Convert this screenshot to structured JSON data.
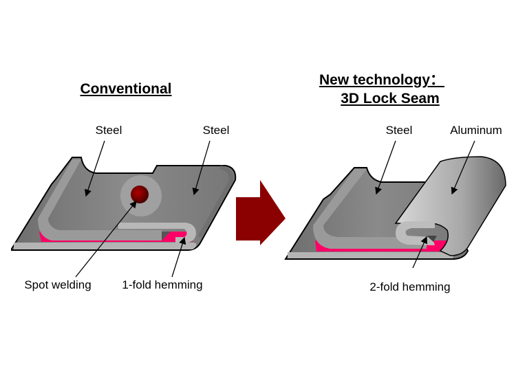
{
  "left_panel": {
    "title": "Conventional",
    "labels": {
      "steel_1": "Steel",
      "steel_2": "Steel",
      "spot_welding": "Spot welding",
      "hemming": "1-fold hemming"
    }
  },
  "right_panel": {
    "title_line1": "New technology：",
    "title_line2": "3D Lock Seam",
    "labels": {
      "steel": "Steel",
      "aluminum": "Aluminum",
      "hemming": "2-fold hemming"
    }
  },
  "colors": {
    "arrow": "#8b0000",
    "adhesive": "#ff0066",
    "steel": "#7a7a7a",
    "weld": "#7a0000"
  }
}
